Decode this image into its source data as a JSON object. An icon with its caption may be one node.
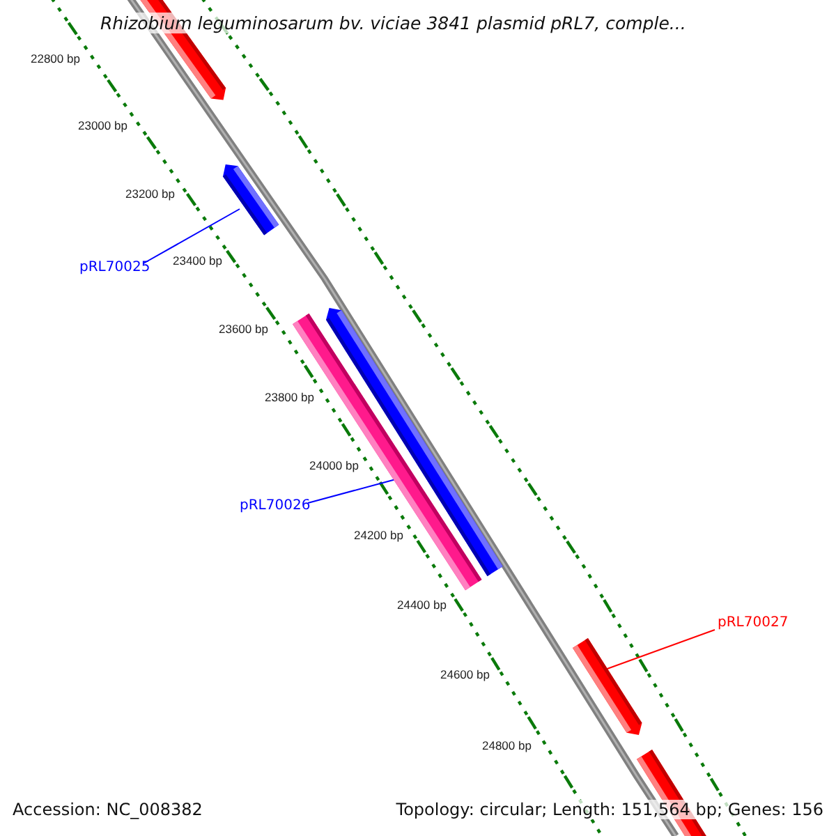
{
  "diagram": {
    "title": "Rhizobium leguminosarum bv. viciae 3841 plasmid pRL7, comple...",
    "nodes": [
      {
        "text": [],
        "shape": "bar"
      },
      {
        "text": [],
        "shape": "bar"
      },
      {
        "text": [
          "pRL70025"
        ]
      },
      {
        "text": [],
        "shape": "bar"
      },
      {
        "text": [],
        "shape": "bar"
      },
      {
        "text": [
          "pRL70026"
        ]
      },
      {
        "text": [
          "pRL70027"
        ]
      },
      {
        "text": [],
        "shape": "bar"
      },
      {
        "text": [],
        "shape": "bar"
      }
    ],
    "edges": [
      {
        "from": 2,
        "to": 1,
        "arrow": "none"
      },
      {
        "from": 5,
        "to": 4,
        "arrow": "none"
      },
      {
        "from": 6,
        "to": 7,
        "arrow": "none",
        "color": "#ff0000"
      }
    ],
    "labels": [
      "22800 bp",
      "23000 bp",
      "23200 bp",
      "23400 bp",
      "23600 bp",
      "23800 bp",
      "24000 bp",
      "24200 bp",
      "24400 bp",
      "24600 bp",
      "24800 bp",
      "Accession: NC_008382",
      "Topology: circular; Length: 151,564 bp; Genes: 156"
    ]
  }
}
